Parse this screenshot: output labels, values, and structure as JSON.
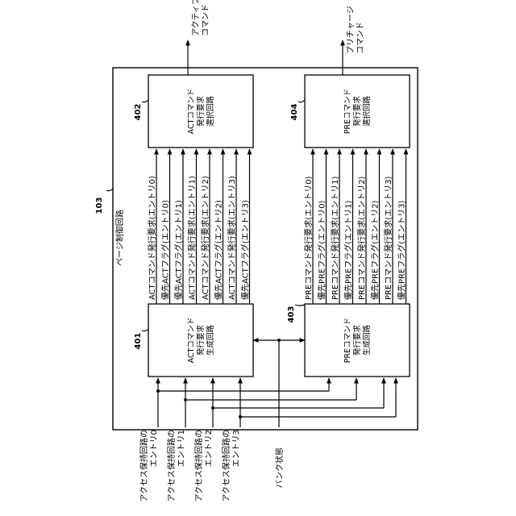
{
  "frame_label": "103",
  "frame_title": "ページ制御回路",
  "blocks": {
    "act_gen": {
      "ref": "401",
      "lines": [
        "ACTコマンド",
        "発行要求",
        "生成回路"
      ]
    },
    "act_sel": {
      "ref": "402",
      "lines": [
        "ACTコマンド",
        "発行要求",
        "選択回路"
      ]
    },
    "pre_gen": {
      "ref": "403",
      "lines": [
        "PREコマンド",
        "発行要求",
        "生成回路"
      ]
    },
    "pre_sel": {
      "ref": "404",
      "lines": [
        "PREコマンド",
        "発行要求",
        "選択回路"
      ]
    }
  },
  "act_signals": [
    "ACTコマンド発行要求(エントリ0)",
    "優先ACTフラグ(エントリ0)",
    "優先ACTフラグ(エントリ1)",
    "ACTコマンド発行要求(エントリ1)",
    "ACTコマンド発行要求(エントリ2)",
    "優先ACTフラグ(エントリ2)",
    "ACTコマンド発行要求(エントリ3)",
    "優先ACTフラグ(エントリ3)"
  ],
  "pre_signals": [
    "PREコマンド発行要求(エントリ0)",
    "優先PREフラグ(エントリ0)",
    "PREコマンド発行要求(エントリ1)",
    "優先PREフラグ(エントリ1)",
    "PREコマンド発行要求(エントリ2)",
    "優先PREフラグ(エントリ2)",
    "PREコマンド発行要求(エントリ3)",
    "優先PREフラグ(エントリ3)"
  ],
  "inputs": [
    {
      "line1": "アクセス保持回路の",
      "line2": "エントリ0"
    },
    {
      "line1": "アクセス保持回路の",
      "line2": "エントリ1"
    },
    {
      "line1": "アクセス保持回路の",
      "line2": "エントリ2"
    },
    {
      "line1": "アクセス保持回路の",
      "line2": "エントリ3"
    }
  ],
  "bank_state": "バンク状態",
  "outputs": {
    "act": {
      "line1": "アクティブ",
      "line2": "コマンド"
    },
    "pre": {
      "line1": "プリチャージ",
      "line2": "コマンド"
    }
  }
}
